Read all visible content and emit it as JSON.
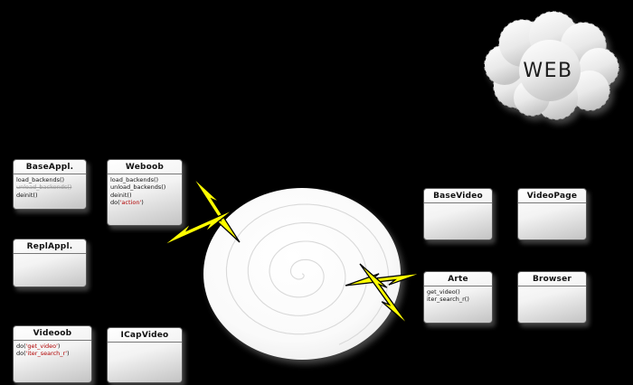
{
  "background": "#000000",
  "colors": {
    "method_string": "#b00000",
    "removed_gray": "#999999",
    "bolt_fill": "#ffff00",
    "box_border": "#555555"
  },
  "cloud": {
    "label": "WEB"
  },
  "classes": {
    "baseappl": {
      "title": "BaseAppl.",
      "methods": [
        {
          "parts": [
            {
              "text": "load_backends()",
              "style": "normal"
            }
          ]
        },
        {
          "parts": [
            {
              "text": "unload_backends()",
              "style": "removed"
            }
          ]
        },
        {
          "parts": [
            {
              "text": "deinit()",
              "style": "normal"
            }
          ]
        }
      ]
    },
    "weboob": {
      "title": "Weboob",
      "methods": [
        {
          "parts": [
            {
              "text": "load_backends()",
              "style": "normal"
            }
          ]
        },
        {
          "parts": [
            {
              "text": "unload_backends()",
              "style": "normal"
            }
          ]
        },
        {
          "parts": [
            {
              "text": "deinit()",
              "style": "normal"
            }
          ]
        },
        {
          "parts": [
            {
              "text": "do(",
              "style": "normal"
            },
            {
              "text": "'action'",
              "style": "string"
            },
            {
              "text": ")",
              "style": "normal"
            }
          ]
        }
      ]
    },
    "replappl": {
      "title": "ReplAppl.",
      "methods": []
    },
    "videoob": {
      "title": "Videoob",
      "methods": [
        {
          "parts": [
            {
              "text": "do(",
              "style": "normal"
            },
            {
              "text": "'get_video'",
              "style": "string"
            },
            {
              "text": ")",
              "style": "normal"
            }
          ]
        },
        {
          "parts": [
            {
              "text": "do(",
              "style": "normal"
            },
            {
              "text": "'iter_search_r'",
              "style": "string"
            },
            {
              "text": ")",
              "style": "normal"
            }
          ]
        }
      ]
    },
    "icapvideo": {
      "title": "ICapVideo",
      "methods": []
    },
    "basevideo": {
      "title": "BaseVideo",
      "methods": []
    },
    "videopage": {
      "title": "VideoPage",
      "methods": []
    },
    "arte": {
      "title": "Arte",
      "methods": [
        {
          "parts": [
            {
              "text": "get_video()",
              "style": "normal"
            }
          ]
        },
        {
          "parts": [
            {
              "text": "iter_search_r()",
              "style": "normal"
            }
          ]
        }
      ]
    },
    "browser": {
      "title": "Browser",
      "methods": []
    }
  }
}
